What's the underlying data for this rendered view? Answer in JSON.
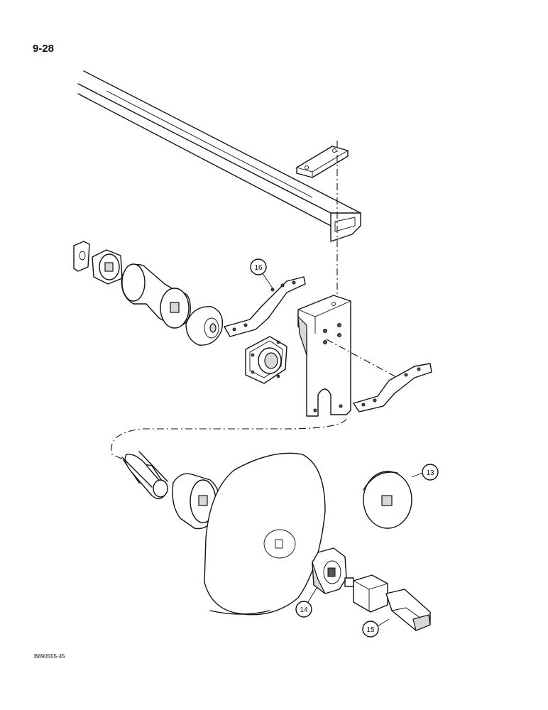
{
  "page": {
    "number": "9-28",
    "figure_code": "B890555-45"
  },
  "callouts": {
    "c13": "13",
    "c14": "14",
    "c15": "15",
    "c16": "16"
  }
}
